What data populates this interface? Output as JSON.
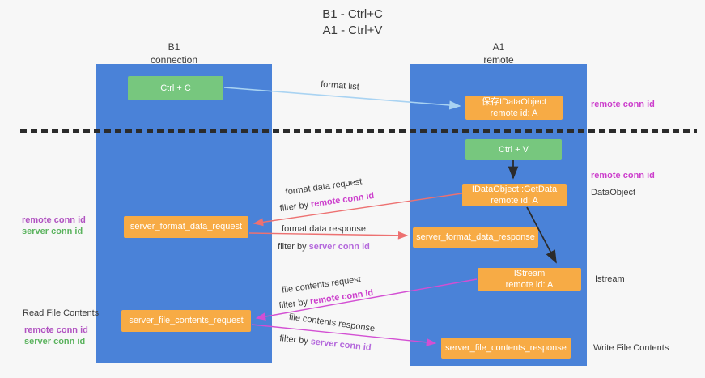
{
  "title": {
    "line1": "B1 - Ctrl+C",
    "line2": "A1 - Ctrl+V"
  },
  "columns": {
    "left": {
      "header_line1": "B1",
      "header_line2": "connection"
    },
    "right": {
      "header_line1": "A1",
      "header_line2": "remote"
    }
  },
  "nodes": {
    "ctrl_c": "Ctrl + C",
    "save_dataobject_line1": "保存IDataObject",
    "save_dataobject_line2": "remote id: A",
    "ctrl_v": "Ctrl + V",
    "getdata_line1": "IDataObject::GetData",
    "getdata_line2": "remote id: A",
    "format_request": "server_format_data_request",
    "format_response": "server_format_data_response",
    "istream_line1": "IStream",
    "istream_line2": "remote id: A",
    "file_request": "server_file_contents_request",
    "file_response": "server_file_contents_response"
  },
  "side_labels": {
    "remote_conn_id_top": "remote conn id",
    "remote_conn_id_mid": "remote conn id",
    "dataobject": "DataObject",
    "istream": "Istream",
    "write_file_contents": "Write File Contents",
    "left_remote_conn_id_1": "remote conn id",
    "left_server_conn_id_1": "server conn id",
    "read_file_contents": "Read File Contents",
    "left_remote_conn_id_2": "remote conn id",
    "left_server_conn_id_2": "server conn id"
  },
  "arrow_labels": {
    "format_list": "format list",
    "format_data_request": "format data request",
    "format_data_response": "format data response",
    "file_contents_request": "file contents request",
    "file_contents_response": "file contents response",
    "filter_by": "filter by ",
    "remote_conn_id": "remote conn id",
    "server_conn_id": "server conn id"
  },
  "colors": {
    "background": "#f7f7f7",
    "column_blue": "#4a82d8",
    "box_green": "#77c77e",
    "box_orange": "#f7ab45",
    "arrow_light_blue": "#a9d3f2",
    "arrow_red": "#ed7171",
    "arrow_magenta": "#d34fd3",
    "arrow_black": "#2b2b2b",
    "label_magenta": "#cc3fcc",
    "label_violet": "#b468dc",
    "label_purple": "#b153c1",
    "label_green": "#5bb35e",
    "text_dark": "#3a3a3a"
  }
}
